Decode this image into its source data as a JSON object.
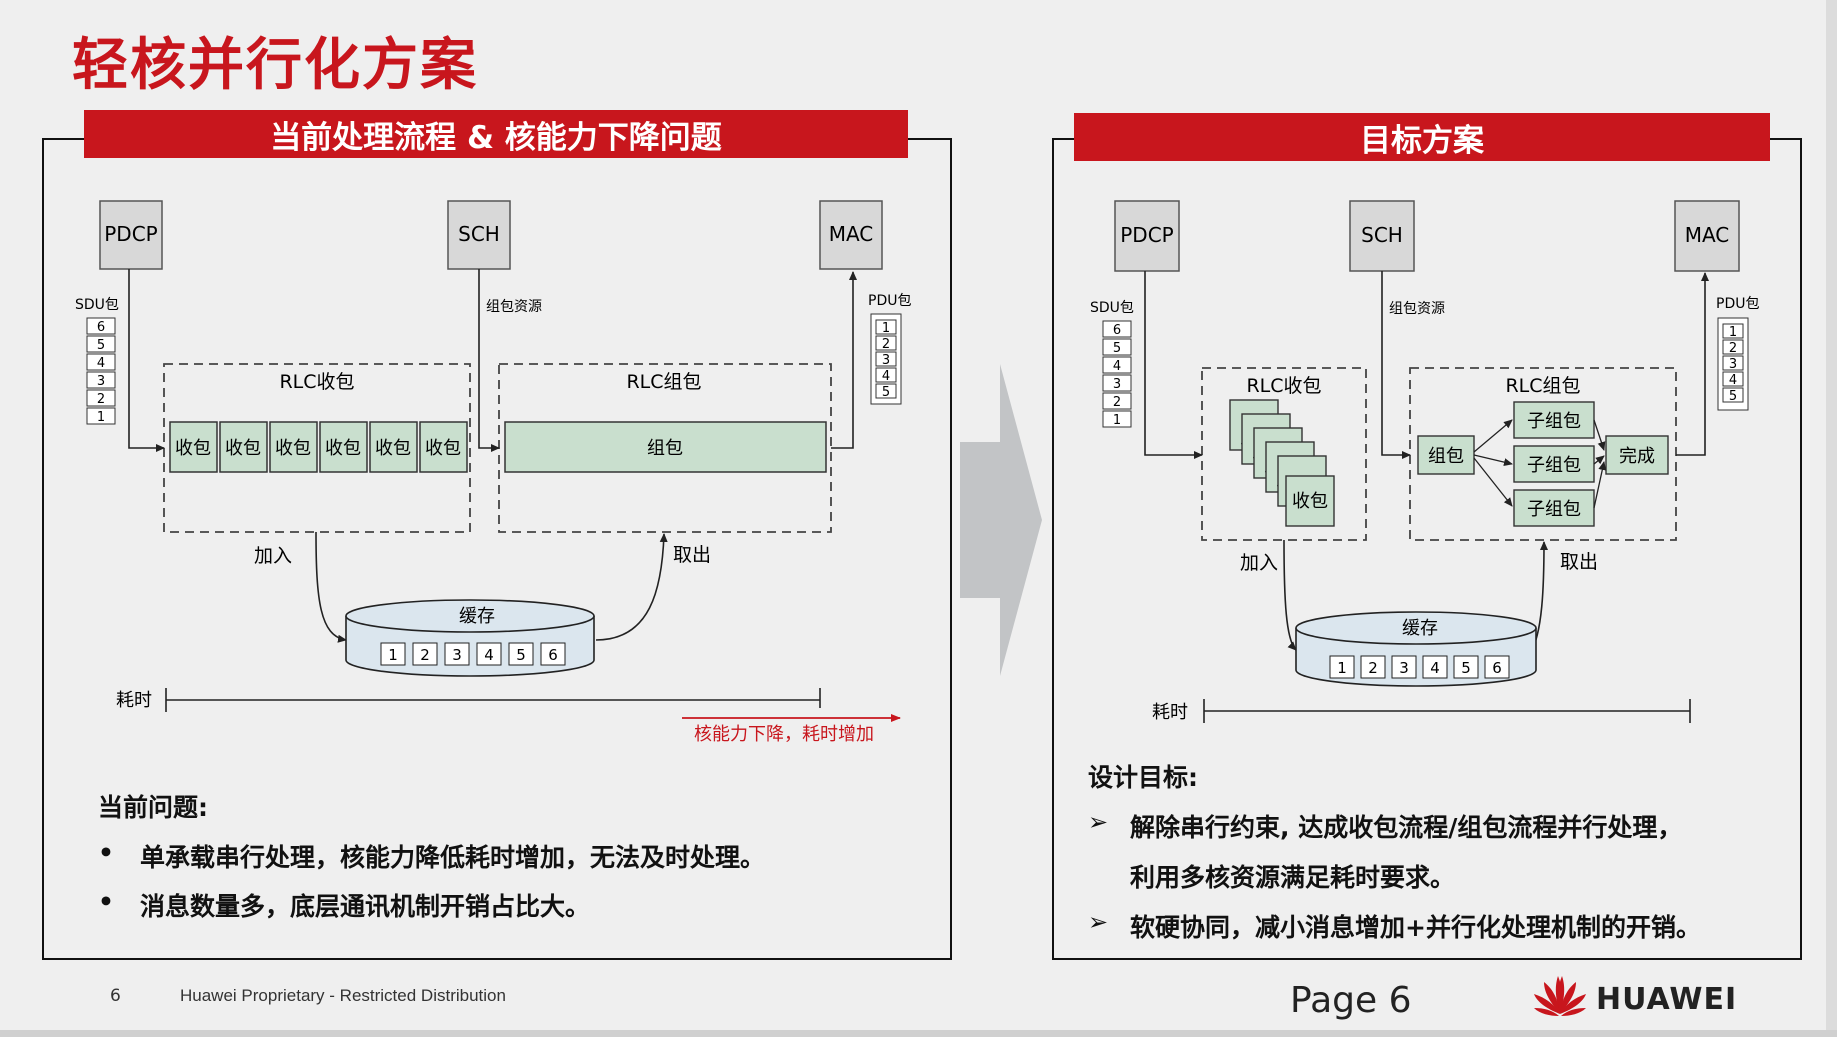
{
  "title": "轻核并行化方案",
  "colors": {
    "accent": "#c8161d",
    "box_fill": "#c9dfce",
    "node_fill": "#d8d8d8",
    "cache_fill": "#dbe6ee"
  },
  "left": {
    "banner": "当前处理流程 & 核能力下降问题",
    "pdcp": "PDCP",
    "sch": "SCH",
    "mac": "MAC",
    "sdu_label": "SDU包",
    "sdu_stack": [
      "6",
      "5",
      "4",
      "3",
      "2",
      "1"
    ],
    "res_label": "组包资源",
    "pdu_label": "PDU包",
    "pdu_stack": [
      "1",
      "2",
      "3",
      "4",
      "5"
    ],
    "rlc_recv": "RLC收包",
    "rlc_pack": "RLC组包",
    "recv_cells": [
      "收包",
      "收包",
      "收包",
      "收包",
      "收包",
      "收包"
    ],
    "pack_cell": "组包",
    "join": "加入",
    "take": "取出",
    "cache": "缓存",
    "cache_cells": [
      "1",
      "2",
      "3",
      "4",
      "5",
      "6"
    ],
    "time_label": "耗时",
    "degrade_note": "核能力下降，耗时增加",
    "issues_title": "当前问题:",
    "bullet": "•",
    "issues": [
      "单承载串行处理，核能力降低耗时增加，无法及时处理。",
      "消息数量多，底层通讯机制开销占比大。"
    ]
  },
  "right": {
    "banner": "目标方案",
    "pdcp": "PDCP",
    "sch": "SCH",
    "mac": "MAC",
    "sdu_label": "SDU包",
    "sdu_stack": [
      "6",
      "5",
      "4",
      "3",
      "2",
      "1"
    ],
    "res_label": "组包资源",
    "pdu_label": "PDU包",
    "pdu_stack": [
      "1",
      "2",
      "3",
      "4",
      "5"
    ],
    "rlc_recv": "RLC收包",
    "rlc_pack": "RLC组包",
    "recv_stack_char": "收",
    "recv_front": "收包",
    "pack": "组包",
    "sub_packs": [
      "子组包",
      "子组包",
      "子组包"
    ],
    "done": "完成",
    "join": "加入",
    "take": "取出",
    "cache": "缓存",
    "cache_cells": [
      "1",
      "2",
      "3",
      "4",
      "5",
      "6"
    ],
    "time_label": "耗时",
    "goals_title": "设计目标:",
    "marker": "➢",
    "goals": [
      "解除串行约束, 达成收包流程/组包流程并行处理，",
      "利用多核资源满足耗时要求。",
      "软硬协同，减小消息增加+并行化处理机制的开销。"
    ]
  },
  "footer": {
    "page_number": "6",
    "proprietary": "Huawei Proprietary - Restricted Distribution",
    "page_label": "Page 6",
    "logo_text": "HUAWEI"
  }
}
